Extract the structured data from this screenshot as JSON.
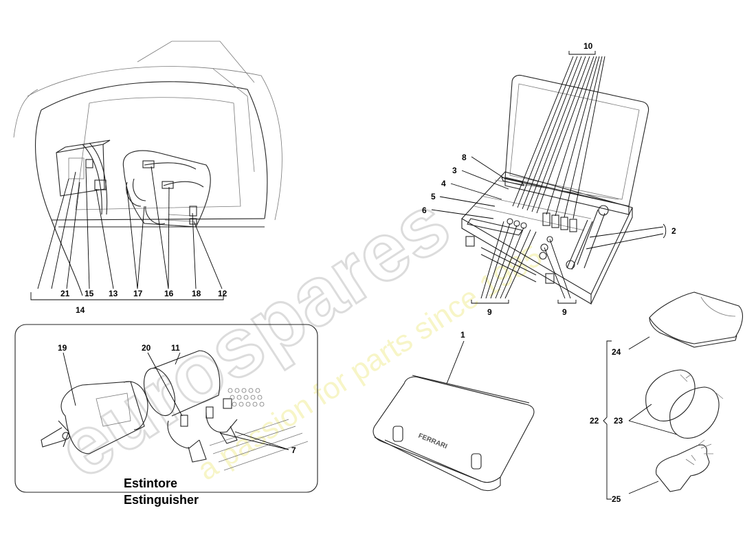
{
  "watermark": {
    "brand": "eurospares",
    "tagline": "a passion for parts since 1985"
  },
  "labels": {
    "n1": "1",
    "n2": "2",
    "n3": "3",
    "n4": "4",
    "n5": "5",
    "n6": "6",
    "n7": "7",
    "n8": "8",
    "n9a": "9",
    "n9b": "9",
    "n10": "10",
    "n11": "11",
    "n12": "12",
    "n13": "13",
    "n14": "14",
    "n15": "15",
    "n16": "16",
    "n17": "17",
    "n18": "18",
    "n19": "19",
    "n20": "20",
    "n21": "21",
    "n22": "22",
    "n23": "23",
    "n24": "24",
    "n25": "25"
  },
  "caption": {
    "line1": "Estintore",
    "line2": "Estinguisher"
  },
  "case_brand": "FERRARI"
}
